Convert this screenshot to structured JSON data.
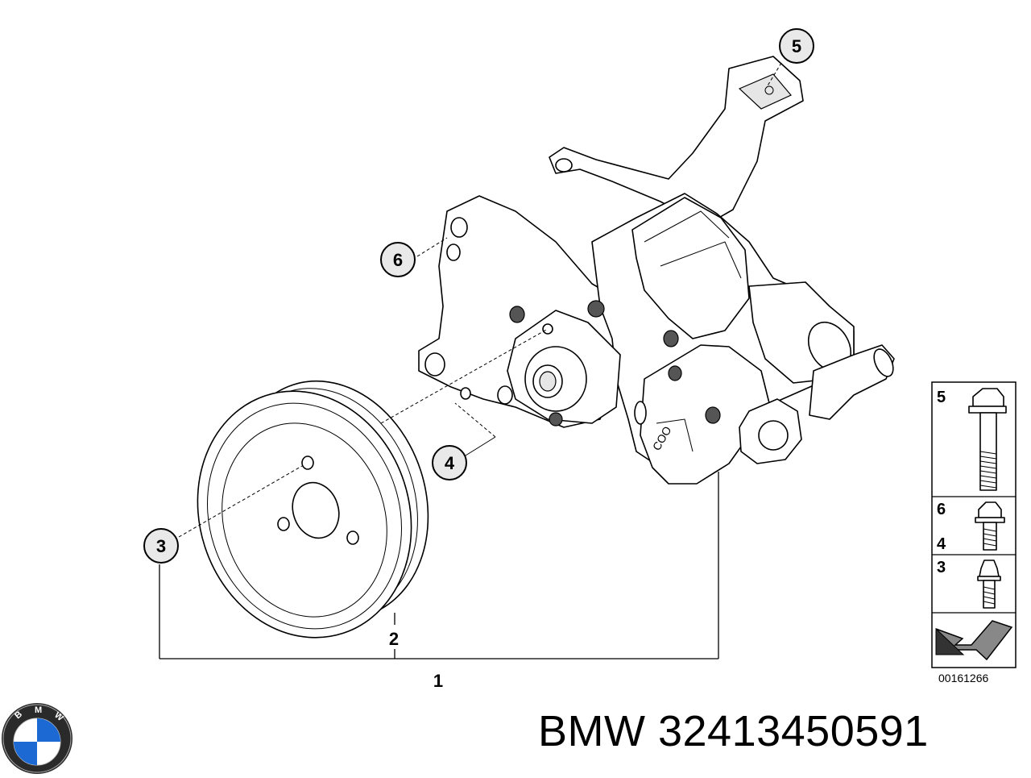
{
  "callouts": {
    "c5": "5",
    "c6": "6",
    "c4": "4",
    "c3": "3",
    "c2": "2",
    "c1": "1"
  },
  "sidepanel": {
    "n5": "5",
    "n6": "6",
    "n4": "4",
    "n3": "3"
  },
  "diagram_code": "00161266",
  "caption": "BMW 32413450591",
  "logo": {
    "letters": [
      "B",
      "M",
      "W"
    ],
    "colors": {
      "blue": "#1c69d4",
      "white": "#ffffff",
      "ring": "#111111"
    }
  }
}
